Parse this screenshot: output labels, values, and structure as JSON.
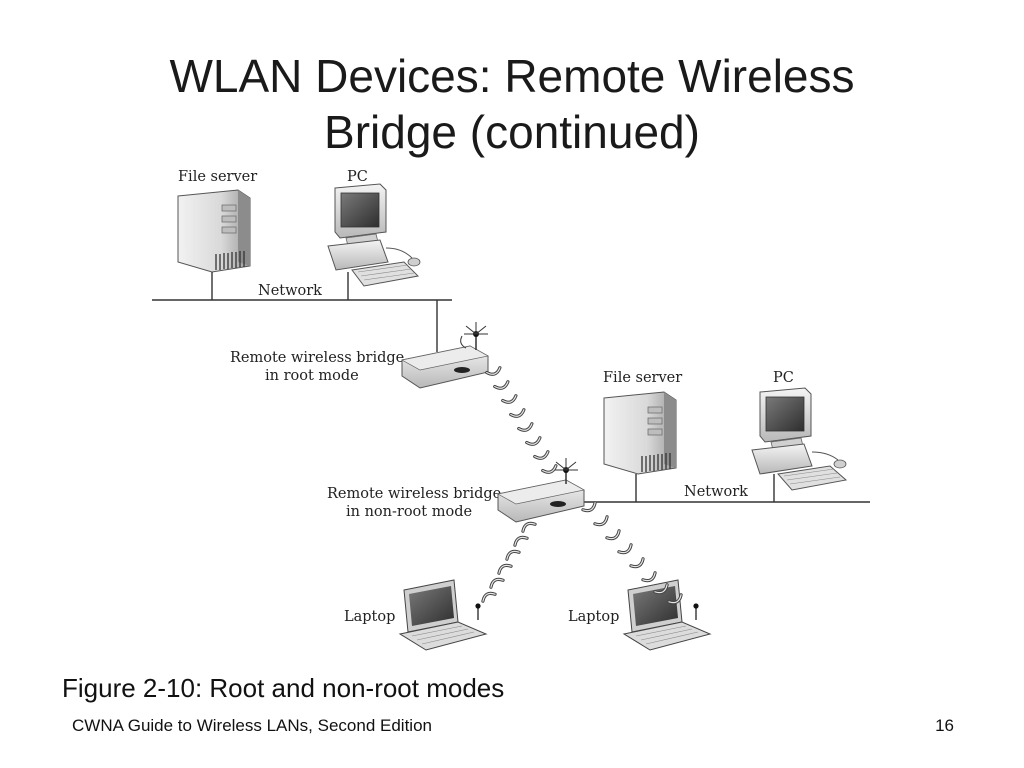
{
  "slide": {
    "title_line1": "WLAN Devices: Remote Wireless",
    "title_line2": "Bridge (continued)",
    "caption": "Figure 2-10: Root and non-root modes",
    "footer": "CWNA Guide to Wireless LANs, Second Edition",
    "page_number": "16"
  },
  "diagram": {
    "network_top": {
      "file_server_label": "File server",
      "pc_label": "PC",
      "network_label": "Network"
    },
    "root_bridge": {
      "label_line1": "Remote wireless bridge",
      "label_line2": "in root mode"
    },
    "network_right": {
      "file_server_label": "File server",
      "pc_label": "PC",
      "network_label": "Network"
    },
    "nonroot_bridge": {
      "label_line1": "Remote wireless bridge",
      "label_line2": "in non-root mode"
    },
    "laptop_left_label": "Laptop",
    "laptop_right_label": "Laptop"
  }
}
